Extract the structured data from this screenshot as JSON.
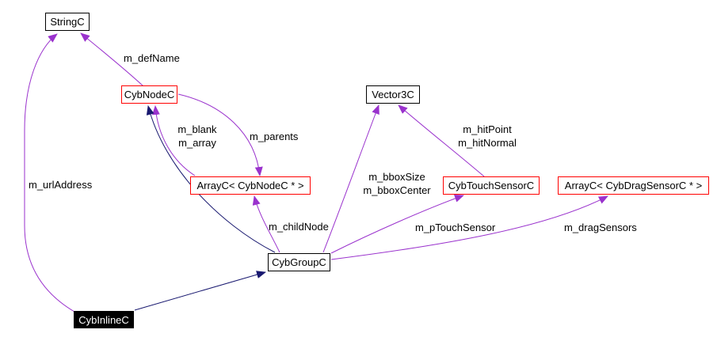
{
  "diagram": {
    "kind": "collaboration-graph",
    "colors": {
      "usage_edge": "#9a32cd",
      "inheritance_edge": "#191970",
      "node_border": "#000000",
      "highlight_node_border": "#ff0000",
      "focus_node_background": "#000000",
      "focus_node_text": "#ffffff",
      "background": "#ffffff"
    },
    "nodes": [
      {
        "id": "StringC",
        "label": "StringC"
      },
      {
        "id": "CybNodeC",
        "label": "CybNodeC"
      },
      {
        "id": "Vector3C",
        "label": "Vector3C"
      },
      {
        "id": "ArrayC_CybNodeC",
        "label": "ArrayC< CybNodeC * >"
      },
      {
        "id": "CybTouchSensorC",
        "label": "CybTouchSensorC"
      },
      {
        "id": "ArrayC_CybDragSensorC",
        "label": "ArrayC< CybDragSensorC * >"
      },
      {
        "id": "CybGroupC",
        "label": "CybGroupC"
      },
      {
        "id": "CybInlineC",
        "label": "CybInlineC"
      }
    ],
    "edges": [
      {
        "from": "CybNodeC",
        "to": "StringC",
        "type": "usage",
        "label": "m_defName"
      },
      {
        "from": "CybInlineC",
        "to": "StringC",
        "type": "usage",
        "label": "m_urlAddress"
      },
      {
        "from": "ArrayC_CybNodeC",
        "to": "CybNodeC",
        "type": "usage",
        "label_lines": [
          "m_blank",
          "m_array"
        ]
      },
      {
        "from": "CybNodeC",
        "to": "ArrayC_CybNodeC",
        "type": "usage",
        "label": "m_parents"
      },
      {
        "from": "CybGroupC",
        "to": "ArrayC_CybNodeC",
        "type": "usage",
        "label": "m_childNode"
      },
      {
        "from": "CybGroupC",
        "to": "Vector3C",
        "type": "usage",
        "label_lines": [
          "m_bboxSize",
          "m_bboxCenter"
        ]
      },
      {
        "from": "CybTouchSensorC",
        "to": "Vector3C",
        "type": "usage",
        "label_lines": [
          "m_hitPoint",
          "m_hitNormal"
        ]
      },
      {
        "from": "CybGroupC",
        "to": "CybTouchSensorC",
        "type": "usage",
        "label": "m_pTouchSensor"
      },
      {
        "from": "CybGroupC",
        "to": "ArrayC_CybDragSensorC",
        "type": "usage",
        "label": "m_dragSensors"
      },
      {
        "from": "CybGroupC",
        "to": "CybNodeC",
        "type": "inheritance"
      },
      {
        "from": "CybInlineC",
        "to": "CybGroupC",
        "type": "inheritance"
      }
    ]
  }
}
